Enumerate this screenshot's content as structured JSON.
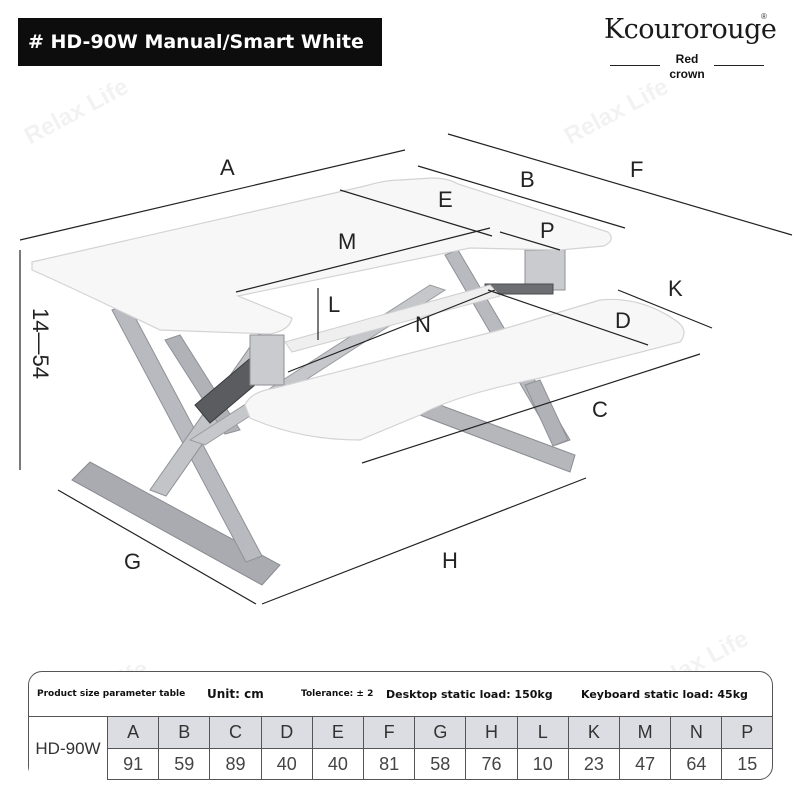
{
  "header": {
    "title": "# HD-90W Manual/Smart White",
    "brand": "Kcourorouge",
    "brand_mark": "®",
    "brand_sub_line1": "Red",
    "brand_sub_line2": "crown"
  },
  "watermark_text": "Relax Life",
  "dimension_labels": [
    "A",
    "B",
    "F",
    "E",
    "M",
    "P",
    "K",
    "L",
    "N",
    "D",
    "C",
    "G",
    "H"
  ],
  "height_range": "14—54",
  "params": {
    "title": "Product size parameter table",
    "unit": "Unit: cm",
    "tolerance": "Tolerance: ± 2",
    "desktop_load": "Desktop static load: 150kg",
    "keyboard_load": "Keyboard static load: 45kg",
    "model": "HD-90W",
    "columns": [
      "A",
      "B",
      "C",
      "D",
      "E",
      "F",
      "G",
      "H",
      "L",
      "K",
      "M",
      "N",
      "P"
    ],
    "values": [
      "91",
      "59",
      "89",
      "40",
      "40",
      "81",
      "58",
      "76",
      "10",
      "23",
      "47",
      "64",
      "15"
    ]
  },
  "colors": {
    "desk_top": "#f7f7f7",
    "frame": "#a9abb0",
    "title_bg": "#0d0d0d",
    "table_header_bg": "#dcdde3"
  }
}
